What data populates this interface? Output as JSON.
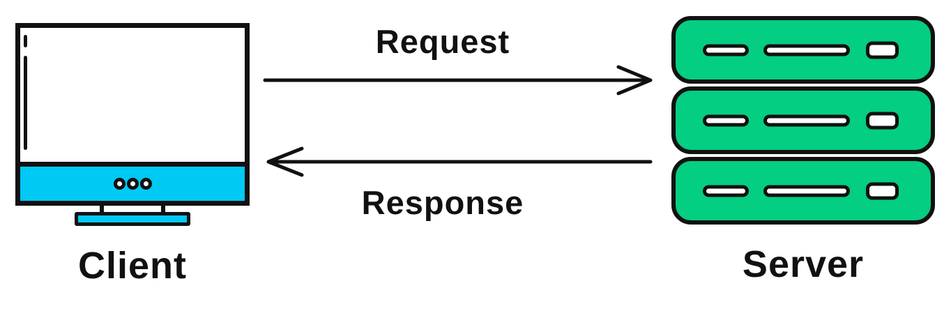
{
  "title": "Client-Server request-response diagram",
  "colors": {
    "cyan": "#00c9f4",
    "green": "#04ce81",
    "outline": "#111111"
  },
  "client": {
    "label": "Client"
  },
  "server": {
    "label": "Server",
    "unit_count": 3
  },
  "arrows": {
    "request": {
      "label": "Request",
      "direction": "right",
      "from": "Client",
      "to": "Server"
    },
    "response": {
      "label": "Response",
      "direction": "left",
      "from": "Server",
      "to": "Client"
    }
  }
}
